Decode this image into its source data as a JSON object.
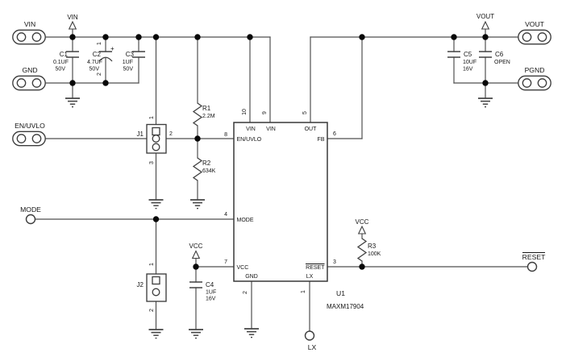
{
  "nets": {
    "vin": "VIN",
    "vout": "VOUT",
    "vcc": "VCC"
  },
  "connectors": {
    "vin": "VIN",
    "gnd": "GND",
    "en_uvlo": "EN/UVLO",
    "vout": "VOUT",
    "pgnd": "PGND"
  },
  "testpoints": {
    "mode": "MODE",
    "lx": "LX",
    "reset": "RESET"
  },
  "capacitors": {
    "c1": {
      "ref": "C1",
      "value": "0.1UF",
      "rating": "50V"
    },
    "c2": {
      "ref": "C2",
      "value": "4.7UF",
      "rating": "50V",
      "plus": "+",
      "pin1": "1",
      "pin2": "2"
    },
    "c3": {
      "ref": "C3",
      "value": "1UF",
      "rating": "50V"
    },
    "c4": {
      "ref": "C4",
      "value": "1UF",
      "rating": "16V"
    },
    "c5": {
      "ref": "C5",
      "value": "10UF",
      "rating": "16V"
    },
    "c6": {
      "ref": "C6",
      "value": "OPEN"
    }
  },
  "resistors": {
    "r1": {
      "ref": "R1",
      "value": "2.2M"
    },
    "r2": {
      "ref": "R2",
      "value": "634K"
    },
    "r3": {
      "ref": "R3",
      "value": "100K"
    }
  },
  "jumpers": {
    "j1": {
      "ref": "J1",
      "pin1": "1",
      "pin2": "2",
      "pin3": "3"
    },
    "j2": {
      "ref": "J2",
      "pin1": "1",
      "pin2": "2"
    }
  },
  "ic": {
    "ref": "U1",
    "part": "MAXM17904",
    "pins": {
      "vin_a": {
        "num": "10",
        "name": "VIN"
      },
      "vin_b": {
        "num": "9",
        "name": "VIN"
      },
      "out": {
        "num": "5",
        "name": "OUT"
      },
      "en_uvlo": {
        "num": "8",
        "name": "EN/UVLO"
      },
      "mode": {
        "num": "4",
        "name": "MODE"
      },
      "vcc": {
        "num": "7",
        "name": "VCC"
      },
      "fb": {
        "num": "6",
        "name": "FB"
      },
      "reset": {
        "num": "3",
        "name": "RESET"
      },
      "gnd": {
        "num": "2",
        "name": "GND"
      },
      "lx": {
        "num": "1",
        "name": "LX"
      }
    }
  }
}
